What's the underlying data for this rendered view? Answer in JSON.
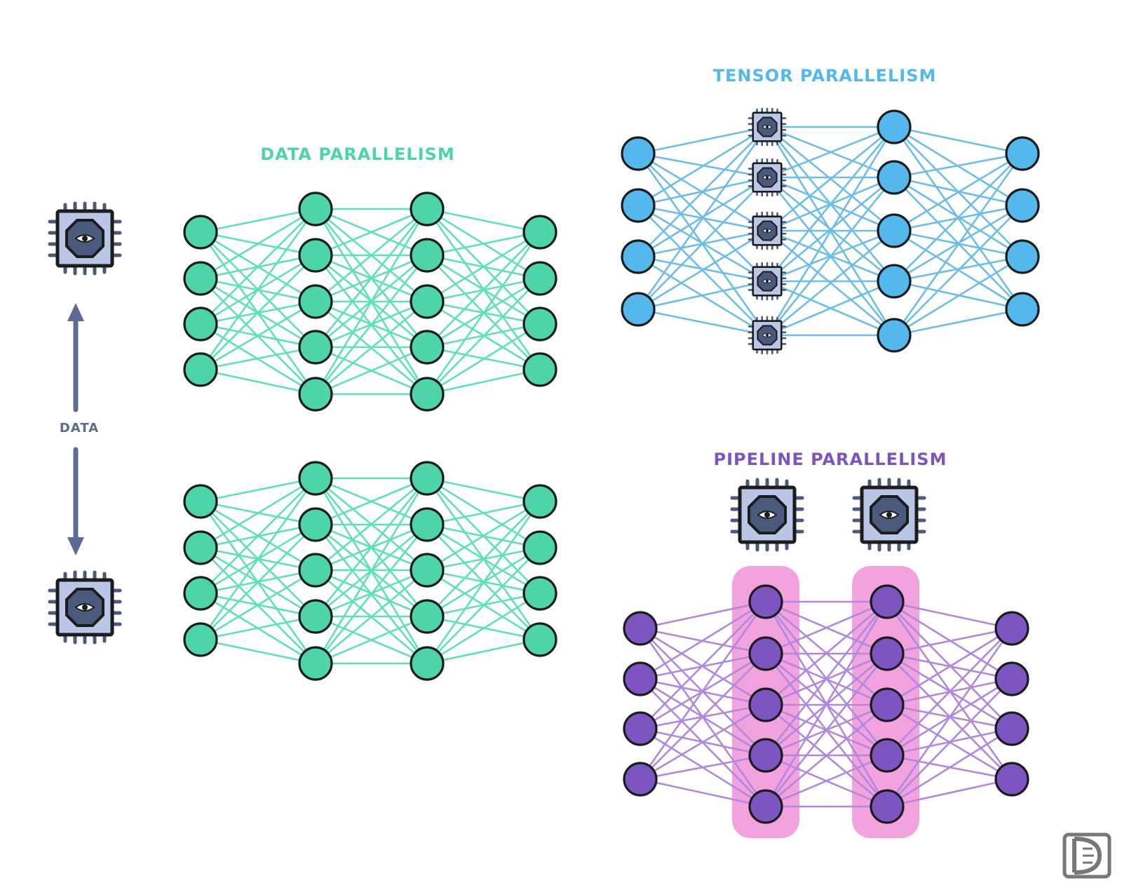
{
  "colors": {
    "data": "#4dd4a9",
    "data_edge": "#5fe0b8",
    "tensor": "#55b8ec",
    "tensor_edge": "#6cbde9",
    "pipeline": "#7d55c0",
    "pipeline_edge": "#b088e0",
    "pipeline_band": "#f2a3dd",
    "chip": "#4a5a7c",
    "chip_fill": "#b9c6e6",
    "data_label": "#5a6c92",
    "outline": "#1c1c1c"
  },
  "labels": {
    "data_parallelism": "DATA PARALLELISM",
    "tensor_parallelism": "TENSOR PARALLELISM",
    "pipeline_parallelism": "PIPELINE PARALLELISM",
    "data": "DATA"
  },
  "networks": {
    "data_parallel_layers": [
      4,
      5,
      5,
      4
    ],
    "tensor_parallel_layers": [
      4,
      5,
      5,
      4
    ],
    "pipeline_parallel_layers": [
      4,
      5,
      5,
      4
    ]
  },
  "icons": {
    "chip": "gpu-chip-icon",
    "arrow": "double-arrow-icon",
    "logo": "logo-icon"
  }
}
